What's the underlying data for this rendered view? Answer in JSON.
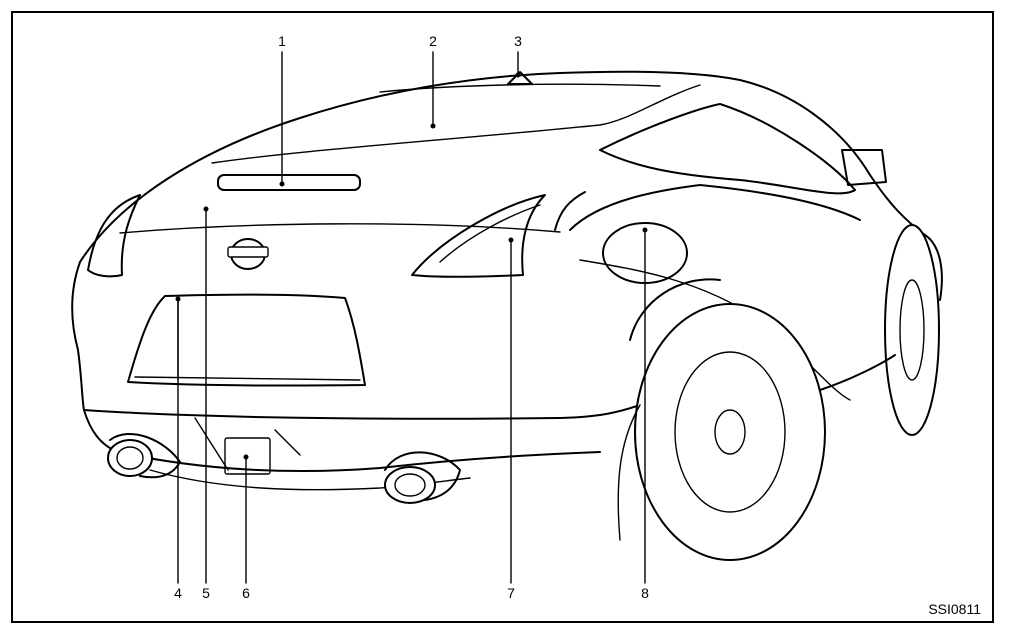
{
  "figure_code": "SSI0811",
  "callouts": [
    {
      "label": "1"
    },
    {
      "label": "2"
    },
    {
      "label": "3"
    },
    {
      "label": "4"
    },
    {
      "label": "5"
    },
    {
      "label": "6"
    },
    {
      "label": "7"
    },
    {
      "label": "8"
    }
  ]
}
